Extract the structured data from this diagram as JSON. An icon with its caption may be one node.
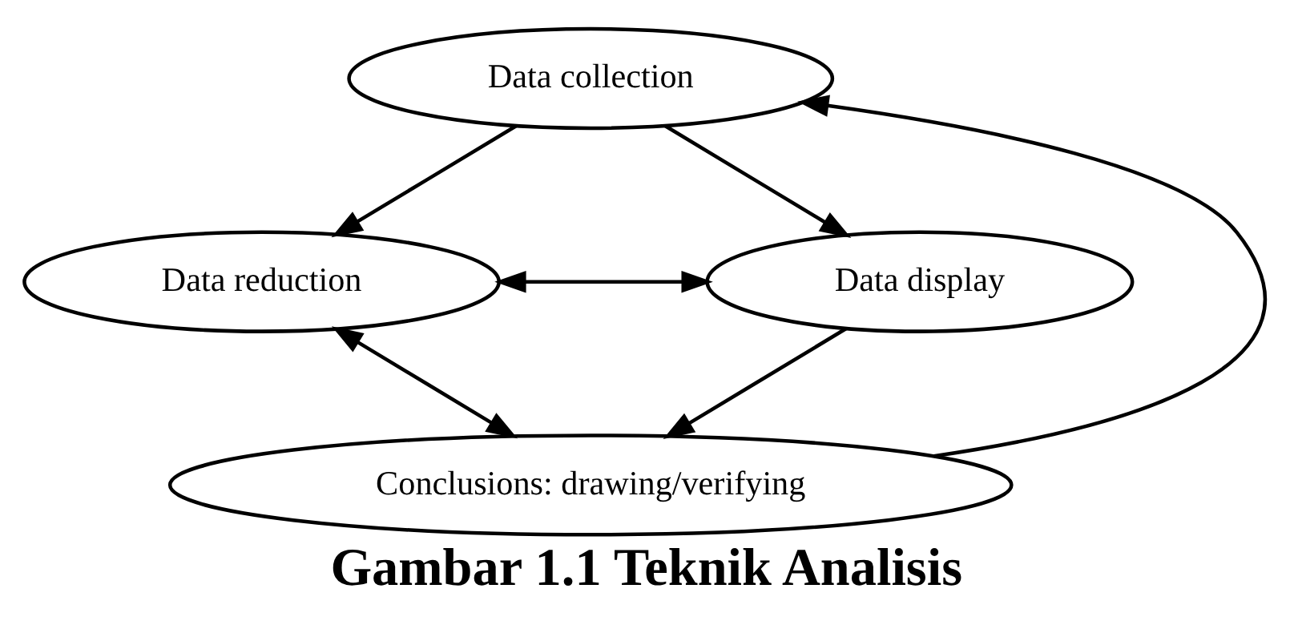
{
  "diagram": {
    "caption": "Gambar 1.1 Teknik Analisis",
    "nodes": [
      {
        "text": [
          "Data collection"
        ]
      },
      {
        "text": [
          "Data display"
        ]
      },
      {
        "text": [
          "Data reduction"
        ]
      },
      {
        "text": [
          "Conclusions: drawing/verifying"
        ]
      }
    ],
    "edges": [
      {
        "from": 0,
        "to": 1,
        "arrow": "to"
      },
      {
        "from": 0,
        "to": 2,
        "arrow": "to"
      },
      {
        "from": 2,
        "to": 1,
        "arrow": "both"
      },
      {
        "from": 1,
        "to": 3,
        "arrow": "to"
      },
      {
        "from": 2,
        "to": 3,
        "arrow": "both"
      },
      {
        "from": 3,
        "to": 0,
        "arrow": "to"
      }
    ]
  }
}
